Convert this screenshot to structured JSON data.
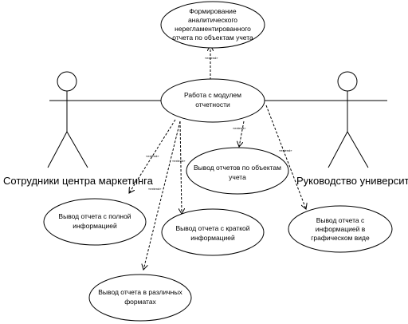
{
  "actors": {
    "left": {
      "label": "Сотрудники центра маркетинга"
    },
    "right": {
      "label": "Руководство университета"
    }
  },
  "usecases": {
    "center": {
      "lines": [
        "Работа с модулем",
        "отчетности"
      ]
    },
    "top": {
      "lines": [
        "Формирование",
        "аналитического",
        "нерегламентированного",
        "отчета по объектам учета"
      ]
    },
    "full_info": {
      "lines": [
        "Вывод отчета с полной",
        "информацией"
      ]
    },
    "by_objects": {
      "lines": [
        "Вывод отчетов по объектам",
        "учета"
      ]
    },
    "brief_info": {
      "lines": [
        "Вывод отчета с краткой",
        "информацией"
      ]
    },
    "graphic": {
      "lines": [
        "Вывод отчета с",
        "информацией в",
        "графическом виде"
      ]
    },
    "formats": {
      "lines": [
        "Вывод отчета в различных",
        "форматах"
      ]
    }
  },
  "relations": {
    "label": "«extend»"
  }
}
